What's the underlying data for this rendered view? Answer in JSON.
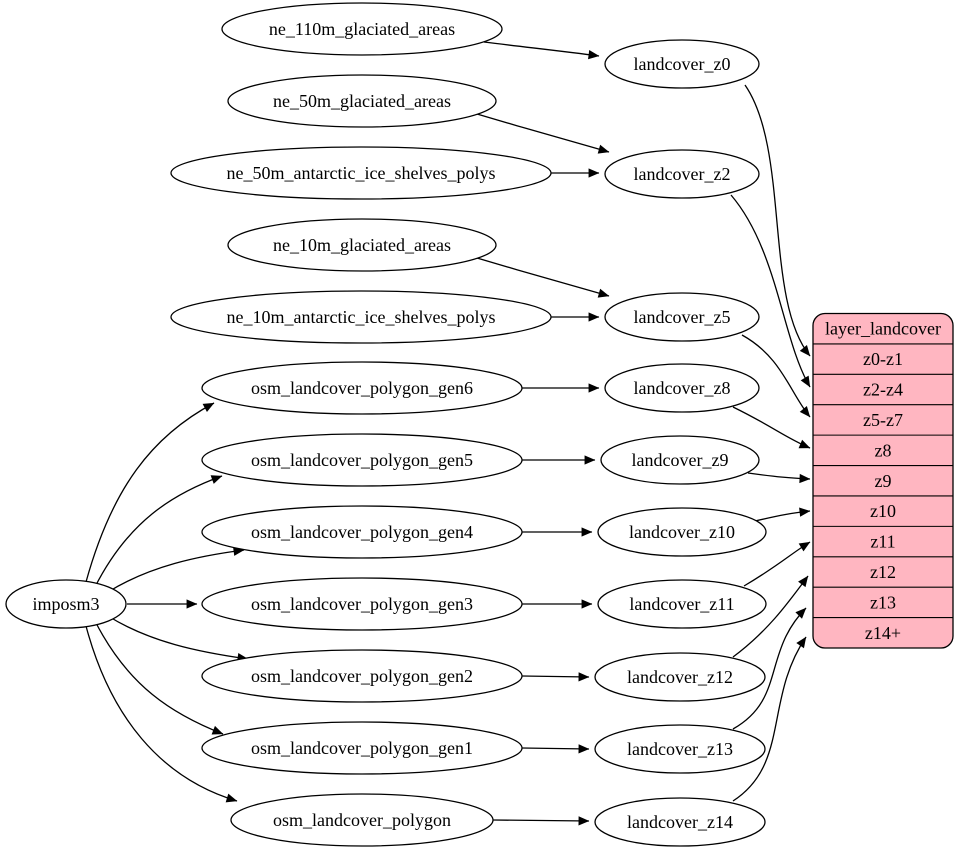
{
  "diagram": {
    "kind": "dependency-graph",
    "colors": {
      "background": "#ffffff",
      "node_fill": "#ffffff",
      "stroke": "#000000",
      "table_fill": "#ffb6c1"
    },
    "nodes": [
      {
        "id": "imposm3",
        "label": "imposm3"
      },
      {
        "id": "ne_110m_glaciated_areas",
        "label": "ne_110m_glaciated_areas"
      },
      {
        "id": "ne_50m_glaciated_areas",
        "label": "ne_50m_glaciated_areas"
      },
      {
        "id": "ne_50m_antarctic_ice_shelves_polys",
        "label": "ne_50m_antarctic_ice_shelves_polys"
      },
      {
        "id": "ne_10m_glaciated_areas",
        "label": "ne_10m_glaciated_areas"
      },
      {
        "id": "ne_10m_antarctic_ice_shelves_polys",
        "label": "ne_10m_antarctic_ice_shelves_polys"
      },
      {
        "id": "osm_landcover_polygon_gen6",
        "label": "osm_landcover_polygon_gen6"
      },
      {
        "id": "osm_landcover_polygon_gen5",
        "label": "osm_landcover_polygon_gen5"
      },
      {
        "id": "osm_landcover_polygon_gen4",
        "label": "osm_landcover_polygon_gen4"
      },
      {
        "id": "osm_landcover_polygon_gen3",
        "label": "osm_landcover_polygon_gen3"
      },
      {
        "id": "osm_landcover_polygon_gen2",
        "label": "osm_landcover_polygon_gen2"
      },
      {
        "id": "osm_landcover_polygon_gen1",
        "label": "osm_landcover_polygon_gen1"
      },
      {
        "id": "osm_landcover_polygon",
        "label": "osm_landcover_polygon"
      },
      {
        "id": "landcover_z0",
        "label": "landcover_z0"
      },
      {
        "id": "landcover_z2",
        "label": "landcover_z2"
      },
      {
        "id": "landcover_z5",
        "label": "landcover_z5"
      },
      {
        "id": "landcover_z8",
        "label": "landcover_z8"
      },
      {
        "id": "landcover_z9",
        "label": "landcover_z9"
      },
      {
        "id": "landcover_z10",
        "label": "landcover_z10"
      },
      {
        "id": "landcover_z11",
        "label": "landcover_z11"
      },
      {
        "id": "landcover_z12",
        "label": "landcover_z12"
      },
      {
        "id": "landcover_z13",
        "label": "landcover_z13"
      },
      {
        "id": "landcover_z14",
        "label": "landcover_z14"
      }
    ],
    "table": {
      "title": "layer_landcover",
      "rows": [
        "z0-z1",
        "z2-z4",
        "z5-z7",
        "z8",
        "z9",
        "z10",
        "z11",
        "z12",
        "z13",
        "z14+"
      ]
    },
    "edges": [
      {
        "from": "imposm3",
        "to": "osm_landcover_polygon_gen6"
      },
      {
        "from": "imposm3",
        "to": "osm_landcover_polygon_gen5"
      },
      {
        "from": "imposm3",
        "to": "osm_landcover_polygon_gen4"
      },
      {
        "from": "imposm3",
        "to": "osm_landcover_polygon_gen3"
      },
      {
        "from": "imposm3",
        "to": "osm_landcover_polygon_gen2"
      },
      {
        "from": "imposm3",
        "to": "osm_landcover_polygon_gen1"
      },
      {
        "from": "imposm3",
        "to": "osm_landcover_polygon"
      },
      {
        "from": "ne_110m_glaciated_areas",
        "to": "landcover_z0"
      },
      {
        "from": "ne_50m_glaciated_areas",
        "to": "landcover_z2"
      },
      {
        "from": "ne_50m_antarctic_ice_shelves_polys",
        "to": "landcover_z2"
      },
      {
        "from": "ne_10m_glaciated_areas",
        "to": "landcover_z5"
      },
      {
        "from": "ne_10m_antarctic_ice_shelves_polys",
        "to": "landcover_z5"
      },
      {
        "from": "osm_landcover_polygon_gen6",
        "to": "landcover_z8"
      },
      {
        "from": "osm_landcover_polygon_gen5",
        "to": "landcover_z9"
      },
      {
        "from": "osm_landcover_polygon_gen4",
        "to": "landcover_z10"
      },
      {
        "from": "osm_landcover_polygon_gen3",
        "to": "landcover_z11"
      },
      {
        "from": "osm_landcover_polygon_gen2",
        "to": "landcover_z12"
      },
      {
        "from": "osm_landcover_polygon_gen1",
        "to": "landcover_z13"
      },
      {
        "from": "osm_landcover_polygon",
        "to": "landcover_z14"
      },
      {
        "from": "landcover_z0",
        "to": "z0-z1"
      },
      {
        "from": "landcover_z2",
        "to": "z2-z4"
      },
      {
        "from": "landcover_z5",
        "to": "z5-z7"
      },
      {
        "from": "landcover_z8",
        "to": "z8"
      },
      {
        "from": "landcover_z9",
        "to": "z9"
      },
      {
        "from": "landcover_z10",
        "to": "z10"
      },
      {
        "from": "landcover_z11",
        "to": "z11"
      },
      {
        "from": "landcover_z12",
        "to": "z12"
      },
      {
        "from": "landcover_z13",
        "to": "z13"
      },
      {
        "from": "landcover_z14",
        "to": "z14+"
      }
    ]
  }
}
